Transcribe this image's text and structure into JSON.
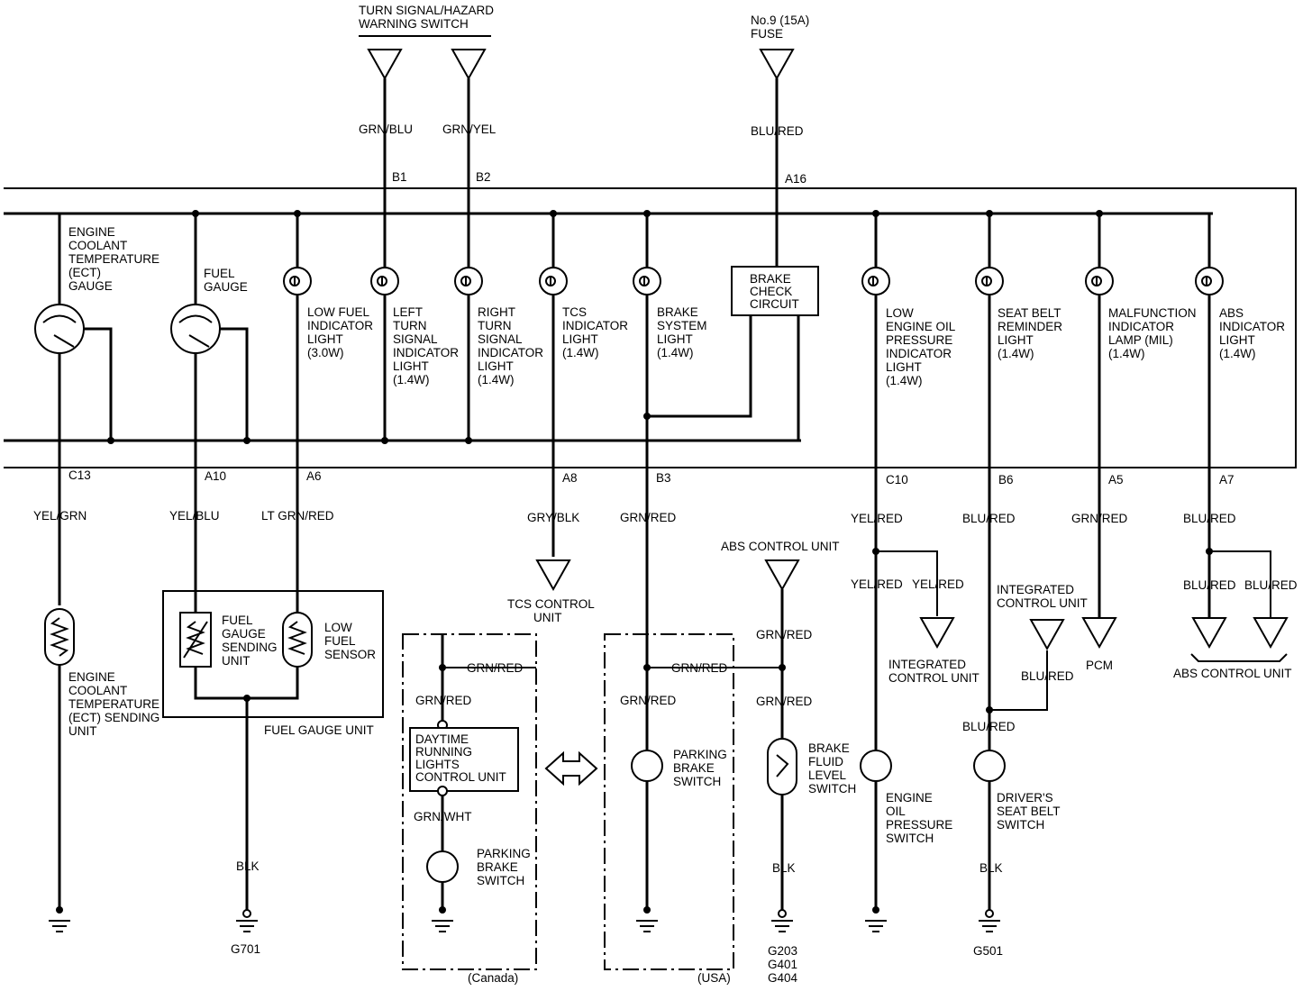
{
  "top": {
    "turn_signal_1": "TURN SIGNAL/HAZARD",
    "turn_signal_2": "WARNING SWITCH",
    "fuse_1": "No.9 (15A)",
    "fuse_2": "FUSE"
  },
  "wires": {
    "grn_blu": "GRN/BLU",
    "grn_yel": "GRN/YEL",
    "blu_red_top": "BLU/RED",
    "yel_grn": "YEL/GRN",
    "yel_blu": "YEL/BLU",
    "lt_grn_red": "LT GRN/RED",
    "gry_blk": "GRY/BLK",
    "grn_red_b3": "GRN/RED",
    "yel_red_c10": "YEL/RED",
    "blu_red_b6": "BLU/RED",
    "grn_red_a5": "GRN/RED",
    "blu_red_a7": "BLU/RED",
    "grn_red_abs": "GRN/RED",
    "grn_red_abs2": "GRN/RED",
    "yel_red_l": "YEL/RED",
    "yel_red_r": "YEL/RED",
    "blu_red_abs_l": "BLU/RED",
    "blu_red_abs_r": "BLU/RED",
    "blu_red_icu": "BLU/RED",
    "blu_red_seat": "BLU/RED",
    "blk_g701": "BLK",
    "blk_g203": "BLK",
    "blk_g501": "BLK",
    "can_grn_red_h": "GRN/RED",
    "can_grn_red_v": "GRN/RED",
    "can_grn_wht": "GRN/WHT",
    "usa_grn_red_h": "GRN/RED",
    "usa_grn_red_v": "GRN/RED"
  },
  "pins": {
    "b1": "B1",
    "b2": "B2",
    "a16": "A16",
    "c13": "C13",
    "a10": "A10",
    "a6": "A6",
    "a8": "A8",
    "b3": "B3",
    "c10": "C10",
    "b6": "B6",
    "a5": "A5",
    "a7": "A7"
  },
  "gauges": {
    "ect_1": "ENGINE",
    "ect_2": "COOLANT",
    "ect_3": "TEMPERATURE",
    "ect_4": "(ECT)",
    "ect_5": "GAUGE",
    "fuel_1": "FUEL",
    "fuel_2": "GAUGE"
  },
  "lights": {
    "low_fuel": [
      "LOW FUEL",
      "INDICATOR",
      "LIGHT",
      "(3.0W)"
    ],
    "left_turn": [
      "LEFT",
      "TURN",
      "SIGNAL",
      "INDICATOR",
      "LIGHT",
      "(1.4W)"
    ],
    "right_turn": [
      "RIGHT",
      "TURN",
      "SIGNAL",
      "INDICATOR",
      "LIGHT",
      "(1.4W)"
    ],
    "tcs": [
      "TCS",
      "INDICATOR",
      "LIGHT",
      "(1.4W)"
    ],
    "brake": [
      "BRAKE",
      "SYSTEM",
      "LIGHT",
      "(1.4W)"
    ],
    "brake_check": [
      "BRAKE",
      "CHECK",
      "CIRCUIT"
    ],
    "oil": [
      "LOW",
      "ENGINE OIL",
      "PRESSURE",
      "INDICATOR",
      "LIGHT",
      "(1.4W)"
    ],
    "seat_belt": [
      "SEAT BELT",
      "REMINDER",
      "LIGHT",
      "(1.4W)"
    ],
    "mil": [
      "MALFUNCTION",
      "INDICATOR",
      "LAMP (MIL)",
      "(1.4W)"
    ],
    "abs": [
      "ABS",
      "INDICATOR",
      "LIGHT",
      "(1.4W)"
    ]
  },
  "components": {
    "ect_sending": [
      "ENGINE",
      "COOLANT",
      "TEMPERATURE",
      "(ECT) SENDING",
      "UNIT"
    ],
    "fuel_sending": [
      "FUEL",
      "GAUGE",
      "SENDING",
      "UNIT"
    ],
    "low_fuel_sensor": [
      "LOW",
      "FUEL",
      "SENSOR"
    ],
    "fuel_gauge_unit": "FUEL GAUGE UNIT",
    "tcs_control_1": "TCS CONTROL",
    "tcs_control_2": "UNIT",
    "drl": [
      "DAYTIME",
      "RUNNING",
      "LIGHTS",
      "CONTROL UNIT"
    ],
    "parking_brake_can": [
      "PARKING",
      "BRAKE",
      "SWITCH"
    ],
    "parking_brake_usa": [
      "PARKING",
      "BRAKE",
      "SWITCH"
    ],
    "abs_control_top": "ABS CONTROL UNIT",
    "brake_fluid": [
      "BRAKE",
      "FLUID",
      "LEVEL",
      "SWITCH"
    ],
    "icu_bottom": [
      "INTEGRATED",
      "CONTROL UNIT"
    ],
    "icu_top": [
      "INTEGRATED",
      "CONTROL UNIT"
    ],
    "oil_switch": [
      "ENGINE",
      "OIL",
      "PRESSURE",
      "SWITCH"
    ],
    "seat_switch": [
      "DRIVER'S",
      "SEAT BELT",
      "SWITCH"
    ],
    "pcm": "PCM",
    "abs_control_bottom": "ABS CONTROL UNIT"
  },
  "grounds": {
    "g701": "G701",
    "g203": "G203",
    "g401": "G401",
    "g404": "G404",
    "g501": "G501"
  },
  "variants": {
    "canada": "(Canada)",
    "usa": "(USA)"
  }
}
